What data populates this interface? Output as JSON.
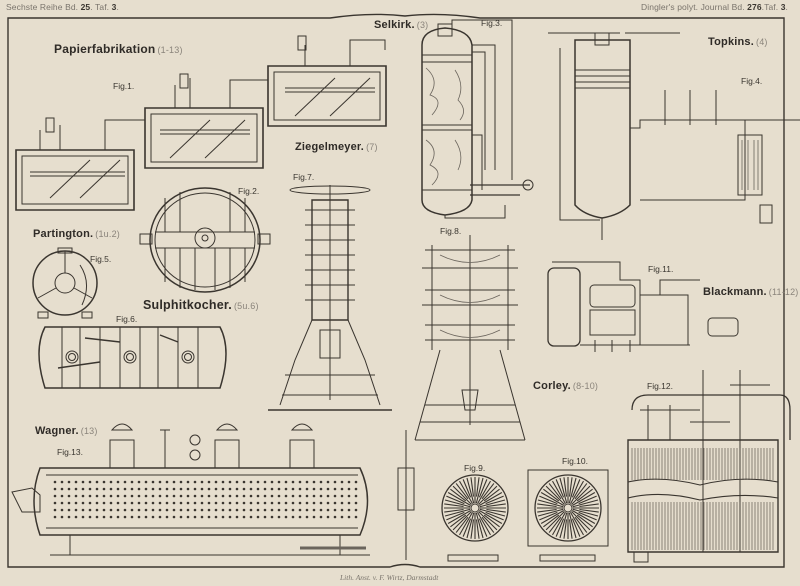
{
  "header": {
    "left": {
      "series": "Sechste Reihe",
      "volume_prefix": "Bd.",
      "volume": "25",
      "plate_prefix": "Taf.",
      "plate": "3"
    },
    "right": {
      "journal": "Dingler's polyt. Journal",
      "volume_prefix": "Bd.",
      "volume": "276",
      "plate_prefix": "Taf.",
      "plate": "3"
    }
  },
  "sections": [
    {
      "name": "Papierfabrikation",
      "ref": "(1-13)"
    },
    {
      "name": "Selkirk.",
      "ref": "(3)"
    },
    {
      "name": "Topkins.",
      "ref": "(4)"
    },
    {
      "name": "Ziegelmeyer.",
      "ref": "(7)"
    },
    {
      "name": "Partington.",
      "ref": "(1u.2)"
    },
    {
      "name": "Sulphitkocher.",
      "ref": "(5u.6)"
    },
    {
      "name": "Blackmann.",
      "ref": "(11-12)"
    },
    {
      "name": "Corley.",
      "ref": "(8-10)"
    },
    {
      "name": "Wagner.",
      "ref": "(13)"
    }
  ],
  "figures": [
    "Fig.1.",
    "Fig.2.",
    "Fig.3.",
    "Fig.4.",
    "Fig.5.",
    "Fig.6.",
    "Fig.7.",
    "Fig.8.",
    "Fig.9.",
    "Fig.10.",
    "Fig.11.",
    "Fig.12.",
    "Fig.13."
  ],
  "imprint": "Lith. Anst. v. F. Wirtz, Darmstadt",
  "colors": {
    "paper": "#e6dece",
    "ink": "#2f2b27",
    "faint_ink": "#8a847b"
  }
}
